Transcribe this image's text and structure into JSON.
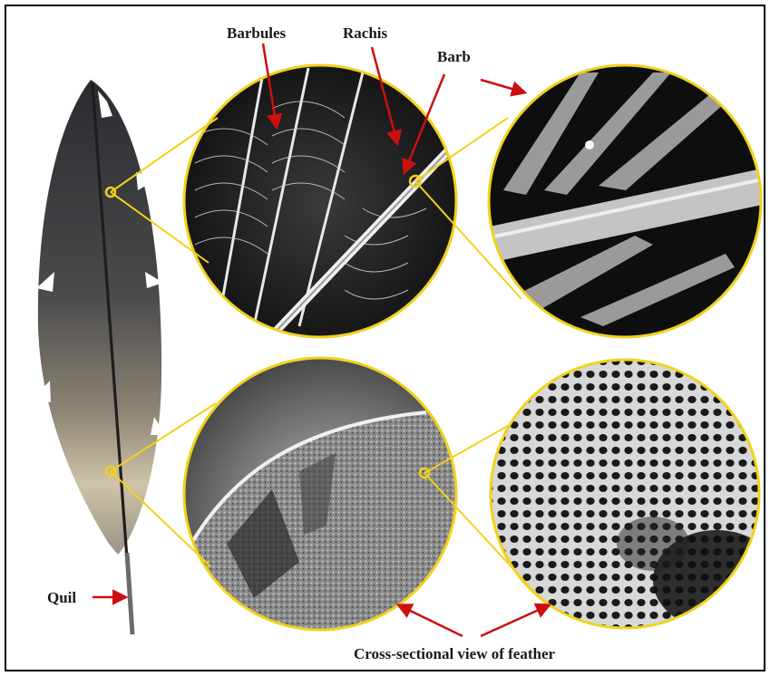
{
  "labels": {
    "barbules": "Barbules",
    "rachis": "Rachis",
    "barb": "Barb",
    "quil": "Quil",
    "cross_section": "Cross-sectional view of feather"
  },
  "colors": {
    "ring": "#f2d21b",
    "arrow": "#cc1010",
    "frame": "#000000"
  }
}
